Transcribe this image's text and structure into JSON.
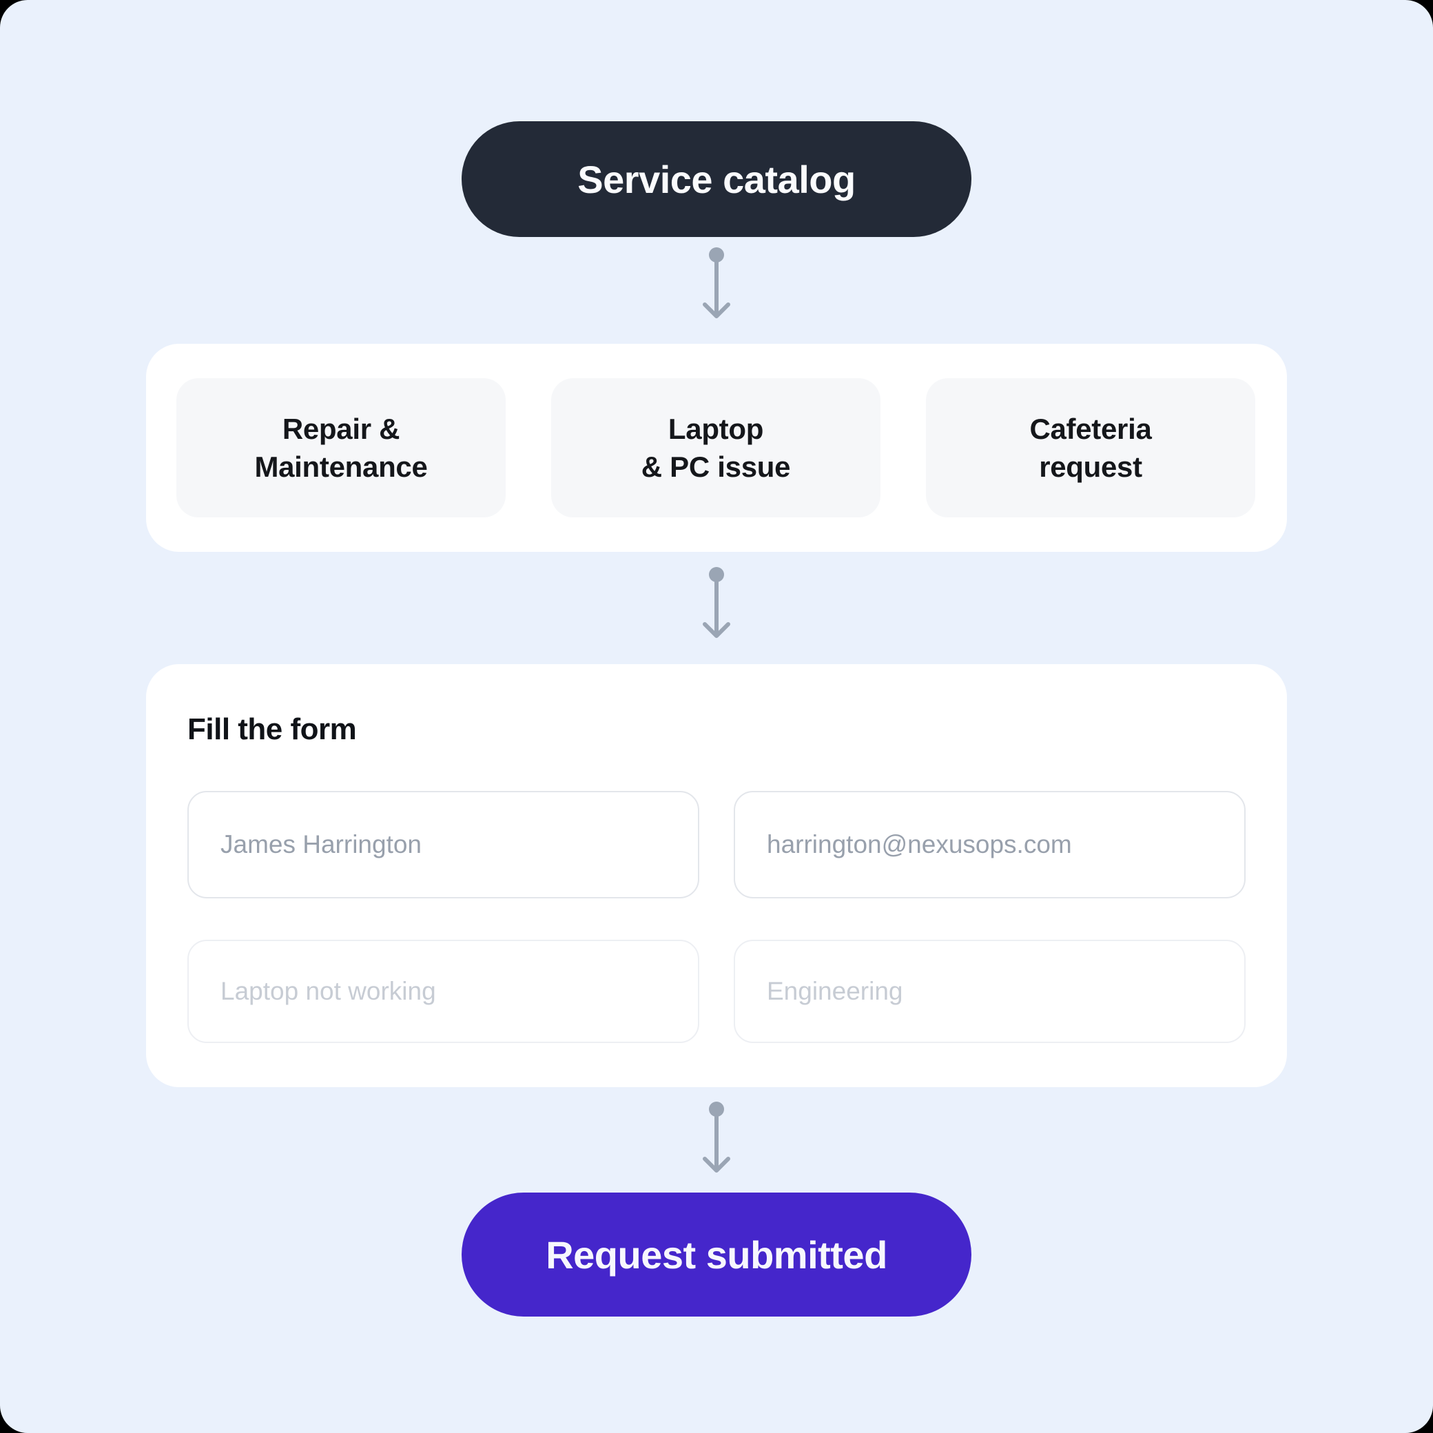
{
  "canvas": {
    "background": "#eaf1fc",
    "outer_background": "#000000"
  },
  "palette": {
    "start_node_bg": "#232a37",
    "end_node_bg": "#4526cb",
    "node_text": "#fafbfd",
    "card_bg": "#ffffff",
    "tile_bg": "#f6f7f9",
    "tile_text": "#15171b",
    "arrow_gray": "#9aa5b4",
    "input_border_strong": "#e3e6eb",
    "input_border_faint": "#edeff3",
    "placeholder_strong": "#98a0ac",
    "placeholder_faint": "#c7ccd4"
  },
  "flow": {
    "start_node": {
      "label": "Service catalog"
    },
    "catalog": {
      "options": [
        {
          "label": "Repair &\nMaintenance"
        },
        {
          "label": "Laptop\n& PC issue"
        },
        {
          "label": "Cafeteria\nrequest"
        }
      ]
    },
    "form": {
      "title": "Fill the form",
      "fields": [
        {
          "placeholder": "James Harrington",
          "value": ""
        },
        {
          "placeholder": "harrington@nexusops.com",
          "value": ""
        },
        {
          "placeholder": "Laptop not working",
          "value": ""
        },
        {
          "placeholder": "Engineering",
          "value": ""
        }
      ]
    },
    "end_node": {
      "label": "Request submitted"
    }
  },
  "icons": {
    "down_arrow": "dot-stem-chevron-down"
  }
}
